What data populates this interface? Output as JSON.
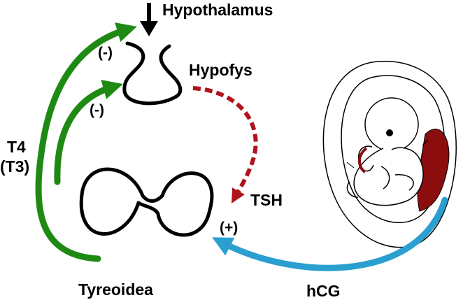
{
  "labels": {
    "hypothalamus": "Hypothalamus",
    "hypofys": "Hypofys",
    "tyreoidea": "Tyreoidea",
    "tsh": "TSH",
    "hcg": "hCG",
    "t4": "T4",
    "t3": "(T3)",
    "neg_top": "(-)",
    "neg_mid": "(-)",
    "pos": "(+)"
  },
  "colors": {
    "feedback": "#1e8a13",
    "tsh_arrow": "#b0141b",
    "hcg_arrow": "#2a9fd0",
    "placenta": "#8b0d0d",
    "outline": "#000000"
  },
  "icons": {
    "fetus": "fetus-in-uterus-icon"
  }
}
